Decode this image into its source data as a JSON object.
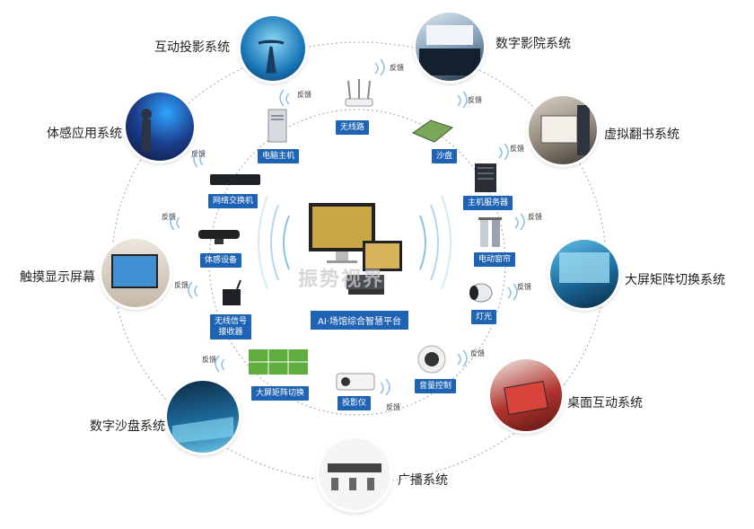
{
  "center": {
    "label": "AI·场馆综合智慧平台",
    "watermark": "振势视界"
  },
  "systems": {
    "projection": "互动投影系统",
    "cinema": "数字影院系统",
    "motion": "体感应用系统",
    "flipbook": "虚拟翻书系统",
    "touch": "触摸显示屏幕",
    "matrix": "大屏矩阵切换系统",
    "sandtable": "数字沙盘系统",
    "desktop": "桌面互动系统",
    "broadcast": "广播系统"
  },
  "devices": {
    "wireless": "无线路",
    "sand": "沙盘",
    "host": "电脑主机",
    "server": "主机服务器",
    "switch": "网络交换机",
    "curtain": "电动窗帘",
    "motion": "体感设备",
    "light": "灯光",
    "receiver": "无线信号\n接收器",
    "matrix": "大屏矩阵切换",
    "volume": "音量控制",
    "projector": "投影仪"
  },
  "feedback": "反馈",
  "colors": {
    "accent": "#1f63b5",
    "ring": "#9aa6ad",
    "wave": "#5aa6d6"
  }
}
